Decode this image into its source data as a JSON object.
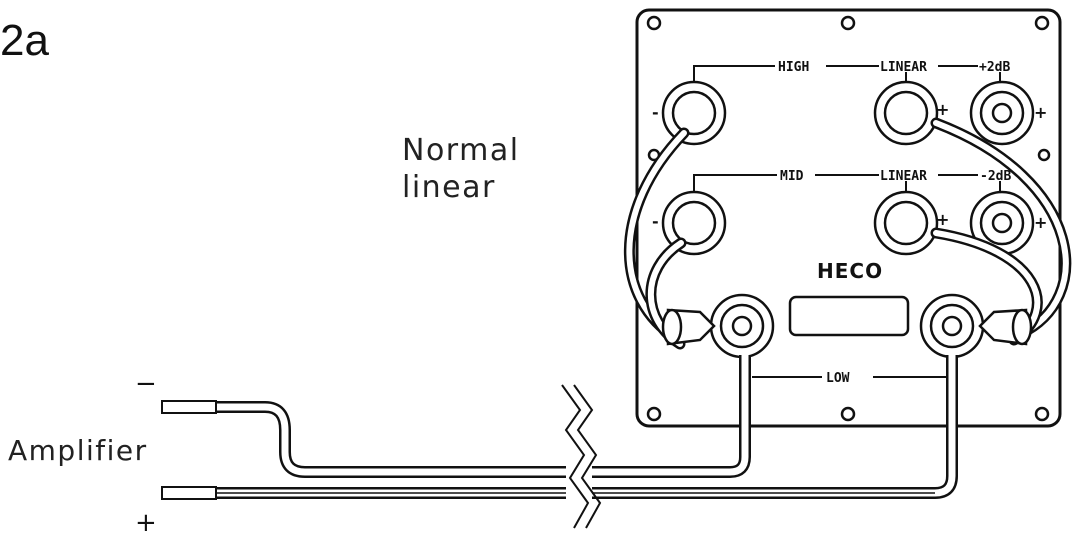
{
  "figure_label": "2a",
  "note": {
    "line1": "Normal",
    "line2": "linear"
  },
  "amplifier": {
    "label": "Amplifier",
    "minus": "−",
    "plus": "+"
  },
  "panel": {
    "brand": "HECO",
    "labels": {
      "high": "HIGH",
      "high_linear": "LINEAR",
      "high_boost": "+2dB",
      "mid": "MID",
      "mid_linear": "LINEAR",
      "mid_cut": "-2dB",
      "low": "LOW"
    },
    "polarity": {
      "minus": "-",
      "plus": "+"
    }
  }
}
